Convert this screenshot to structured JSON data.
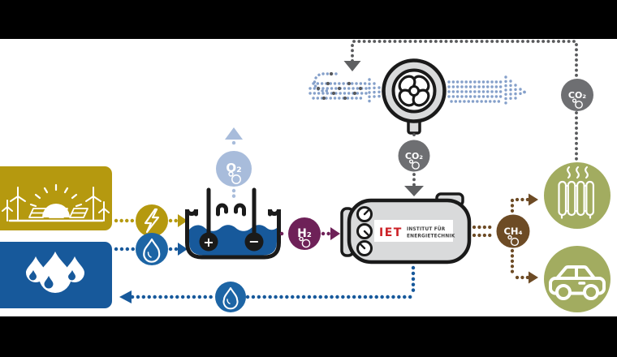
{
  "labels": {
    "o2": "O₂",
    "h2": "H₂",
    "co2_capture": "CO₂",
    "co2_exhaust": "CO₂",
    "ch4": "CH₄"
  },
  "electrolyzer": {
    "anode_sign": "+",
    "cathode_sign": "−"
  },
  "device": {
    "brand": "IET",
    "institute_line1": "INSTITUT FÜR",
    "institute_line2": "ENERGIETECHNIK"
  },
  "icons": {
    "renewables": "sun-solar-wind-icon",
    "water": "water-drops-icon",
    "electricity": "lightning-icon",
    "water_feed": "drop-icon",
    "air_mover": "fan-icon",
    "heating": "radiator-icon",
    "mobility": "car-icon"
  },
  "colors": {
    "renewables_yellow": "#b5990f",
    "water_blue": "#17599b",
    "node_blue": "#1d65a5",
    "air_band_blue": "#85a0ca",
    "oxygen_blue": "#a8bcdb",
    "hydrogen_purple": "#6e2158",
    "co2_gray": "#6e6f72",
    "line_gray": "#58595b",
    "methane_brown": "#6d4b25",
    "usage_olive": "#a2ac60",
    "machine_gray": "#d9dadb",
    "logo_red": "#cc2127",
    "outline_black": "#1a1a1a"
  }
}
